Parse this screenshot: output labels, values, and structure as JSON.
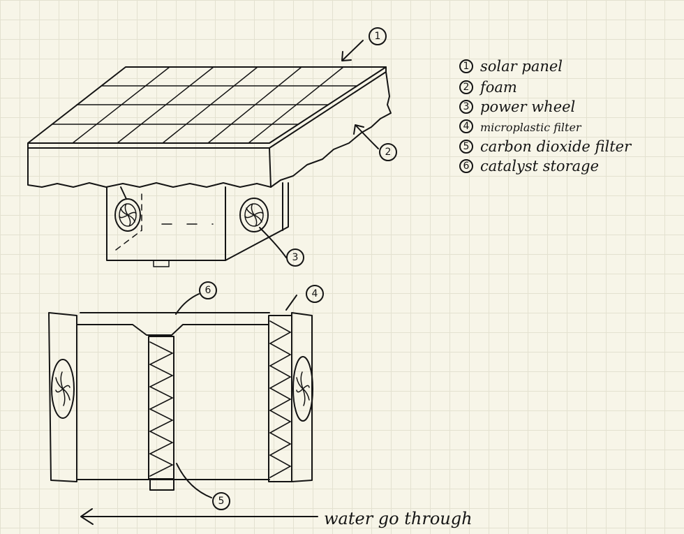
{
  "legend": [
    {
      "number": "1",
      "label": "solar panel"
    },
    {
      "number": "2",
      "label": "foam"
    },
    {
      "number": "3",
      "label": "power wheel"
    },
    {
      "number": "4",
      "label": "microplastic filter"
    },
    {
      "number": "5",
      "label": "carbon dioxide filter"
    },
    {
      "number": "6",
      "label": "catalyst storage"
    }
  ],
  "callouts": {
    "solar_panel": "1",
    "foam": "2",
    "power_wheel": "3",
    "microplastic_filter": "4",
    "carbon_dioxide_filter": "5",
    "catalyst_storage": "6"
  },
  "flow_label": "water go through",
  "colors": {
    "ink": "#141414",
    "paper": "#f7f5e8",
    "grid": "#e3e1d0"
  }
}
